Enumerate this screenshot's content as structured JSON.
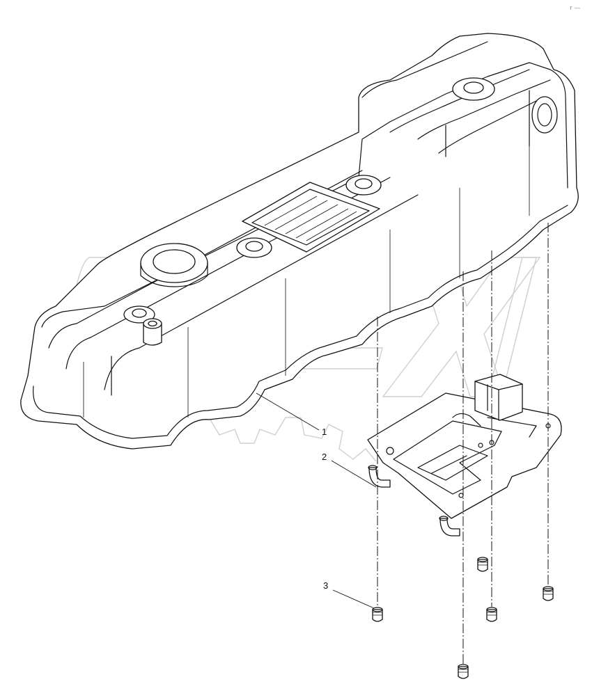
{
  "corner_mark": "r —",
  "callouts": [
    {
      "id": "1",
      "label": "1"
    },
    {
      "id": "2",
      "label": "2"
    },
    {
      "id": "3",
      "label": "3"
    }
  ],
  "watermark": {
    "text": "OPEX"
  },
  "colors": {
    "line": "#111111",
    "watermark": "#cfcfcf",
    "background": "#ffffff"
  }
}
